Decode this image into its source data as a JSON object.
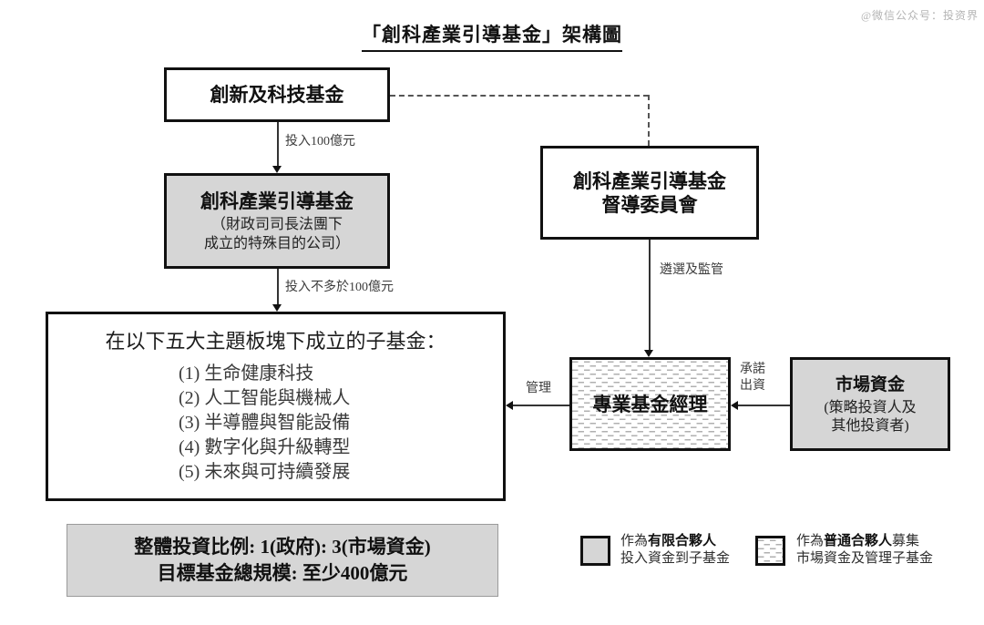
{
  "page": {
    "title": "「創科產業引導基金」架構圖",
    "watermark": "@微信公众号：投资界"
  },
  "nodes": {
    "itf": {
      "title": "創新及科技基金"
    },
    "spv": {
      "title": "創科產業引導基金",
      "subtitle_line1": "（財政司司長法團下",
      "subtitle_line2": "成立的特殊目的公司）"
    },
    "steering": {
      "title_line1": "創科產業引導基金",
      "title_line2": "督導委員會"
    },
    "manager": {
      "title": "專業基金經理"
    },
    "market": {
      "title": "市場資金",
      "subtitle_line1": "(策略投資人及",
      "subtitle_line2": "其他投資者)"
    },
    "subfunds": {
      "header": "在以下五大主題板塊下成立的子基金：",
      "items": [
        "(1) 生命健康科技",
        "(2) 人工智能與機械人",
        "(3) 半導體與智能設備",
        "(4) 數字化與升級轉型",
        "(5) 未來與可持續發展"
      ]
    }
  },
  "edges": {
    "inject100": "投入100億元",
    "inject_max100": "投入不多於100億元",
    "select_supervise": "遴選及監管",
    "manage": "管理",
    "commit_line1": "承諾",
    "commit_line2": "出資"
  },
  "summary": {
    "line1": "整體投資比例: 1(政府): 3(市場資金)",
    "line2": "目標基金總規模: 至少400億元"
  },
  "legend": {
    "lp": {
      "prefix": "作為",
      "bold": "有限合夥人",
      "suffix": "",
      "line2": "投入資金到子基金"
    },
    "gp": {
      "prefix": "作為",
      "bold": "普通合夥人",
      "suffix": "募集",
      "line2": "市場資金及管理子基金"
    }
  },
  "colors": {
    "box_gray": "#d6d6d6",
    "border": "#111111",
    "pattern_dash": "#b0b0b0",
    "label_gray": "#3d3d3d",
    "watermark": "#b4b4b4"
  }
}
